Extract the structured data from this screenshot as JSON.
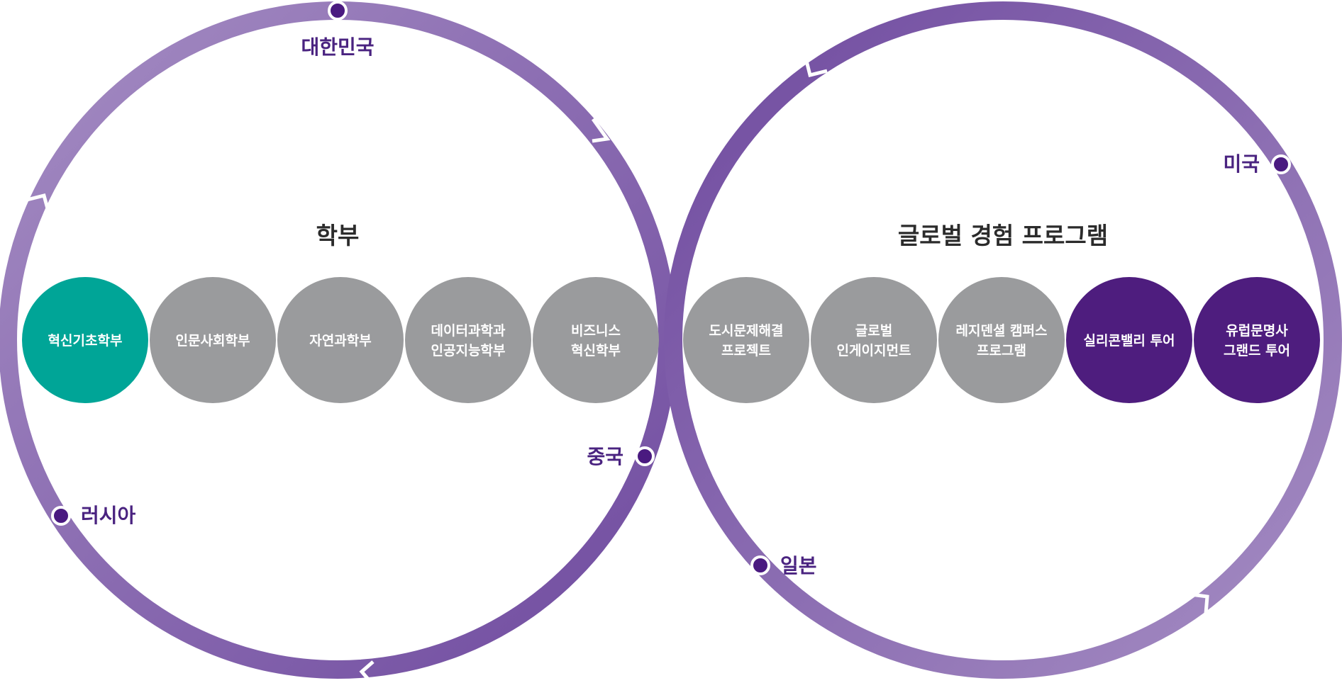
{
  "colors": {
    "ring_light": "#a58dc3",
    "ring_dark": "#6f4a9f",
    "marker": "#4a1a80",
    "gray": "#9a9b9d",
    "teal": "#00a597",
    "purple": "#4e1d7e",
    "label": "#4a2380",
    "title": "#2b2b2b"
  },
  "left": {
    "title": "학부",
    "places": [
      {
        "id": "korea",
        "label": "대한민국"
      },
      {
        "id": "china",
        "label": "중국"
      },
      {
        "id": "russia",
        "label": "러시아"
      }
    ],
    "items": [
      {
        "lines": [
          "혁신기초학부"
        ],
        "color": "teal"
      },
      {
        "lines": [
          "인문사회학부"
        ],
        "color": "gray"
      },
      {
        "lines": [
          "자연과학부"
        ],
        "color": "gray"
      },
      {
        "lines": [
          "데이터과학과",
          "인공지능학부"
        ],
        "color": "gray"
      },
      {
        "lines": [
          "비즈니스",
          "혁신학부"
        ],
        "color": "gray"
      }
    ]
  },
  "right": {
    "title": "글로벌 경험 프로그램",
    "places": [
      {
        "id": "usa",
        "label": "미국"
      },
      {
        "id": "japan",
        "label": "일본"
      }
    ],
    "items": [
      {
        "lines": [
          "도시문제해결",
          "프로젝트"
        ],
        "color": "gray"
      },
      {
        "lines": [
          "글로벌",
          "인게이지먼트"
        ],
        "color": "gray"
      },
      {
        "lines": [
          "레지덴셜 캠퍼스",
          "프로그램"
        ],
        "color": "gray"
      },
      {
        "lines": [
          "실리콘밸리 투어"
        ],
        "color": "purple"
      },
      {
        "lines": [
          "유럽문명사",
          "그랜드 투어"
        ],
        "color": "purple"
      }
    ]
  }
}
